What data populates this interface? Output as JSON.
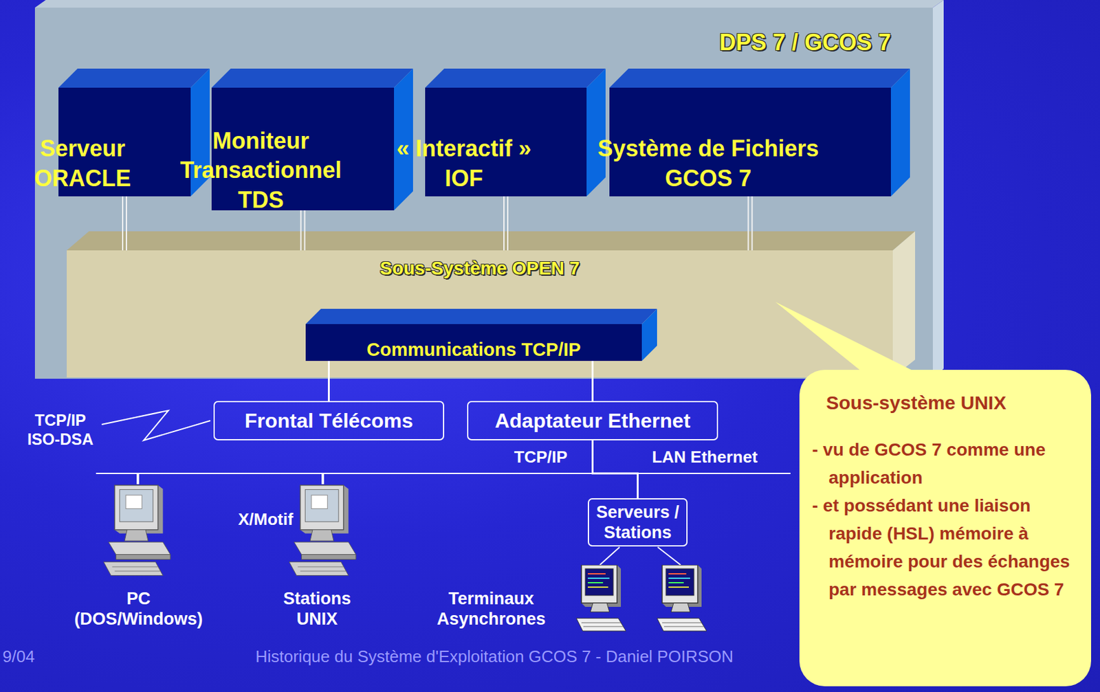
{
  "diagram": {
    "nodes": [
      {
        "text": [
          "DPS 7 / GCOS 7"
        ]
      },
      {
        "text": [
          "Serveur ORACLE"
        ],
        "in": 0
      },
      {
        "text": [
          "Moniteur Transactionnel TDS"
        ],
        "in": 0
      },
      {
        "text": [
          "« Interactif » IOF"
        ],
        "in": 0
      },
      {
        "text": [
          "Système de Fichiers GCOS 7"
        ],
        "in": 0
      },
      {
        "text": [
          "Sous-Système  OPEN 7"
        ],
        "in": 0
      },
      {
        "text": [
          "Communications TCP/IP"
        ],
        "in": 5
      },
      {
        "text": [
          "Frontal Télécoms"
        ]
      },
      {
        "text": [
          "Adaptateur Ethernet"
        ]
      },
      {
        "text": [
          "Serveurs / Stations"
        ]
      },
      {
        "text": [
          "Sous-système UNIX",
          "- vu de GCOS 7 comme une application",
          "- et possédant une liaison rapide (HSL) mémoire à mémoire pour des échanges par messages avec GCOS 7"
        ]
      }
    ],
    "edges": [
      {
        "from": 1,
        "to": 5,
        "arrow": "none"
      },
      {
        "from": 2,
        "to": 5,
        "arrow": "none"
      },
      {
        "from": 3,
        "to": 5,
        "arrow": "none"
      },
      {
        "from": 4,
        "to": 5,
        "arrow": "none"
      },
      {
        "from": 6,
        "to": 7,
        "arrow": "none"
      },
      {
        "from": 6,
        "to": 8,
        "arrow": "none"
      },
      {
        "from": 8,
        "to": 9,
        "arrow": "none"
      }
    ],
    "labels": [
      "TCP/IP ISO-DSA",
      "TCP/IP",
      "LAN Ethernet",
      "X/Motif",
      "PC (DOS/Windows)",
      "Stations UNIX",
      "Terminaux Asynchrones",
      "9/04",
      "Historique du Système d'Exploitation GCOS 7 - Daniel POIRSON"
    ]
  }
}
